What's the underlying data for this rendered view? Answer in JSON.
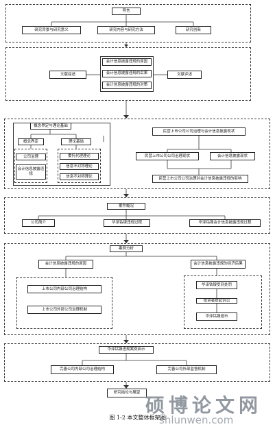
{
  "s1": {
    "top": "导言",
    "items": [
      "研究背景与研究意义",
      "研究内容与研究方法",
      "研究创新"
    ]
  },
  "s2": {
    "left": "文献综述",
    "middle": [
      "会计信息披露违规的原因",
      "会计信息披露违规的后果",
      "会计信息披露违规的对策"
    ],
    "right": "文献评述"
  },
  "s3": {
    "concept_title": "概念界定与理论基础",
    "concept_def": "概念界定",
    "concept_items": [
      "公司治理",
      "会计信息披露违规"
    ],
    "theory": "理论基础",
    "theory_items": [
      "委托代理理论",
      "信息不对称理论",
      "信息不对称理论"
    ],
    "right_title": "民营上市公司公司治理与会计信息披露现状",
    "right_a": "民营上市公司公司治理现状",
    "right_b": "会计信息披露现状",
    "right_bottom": "民营上市公司公司治理对会计信息披露违规的影响"
  },
  "s4": {
    "title": "案件概况",
    "items": [
      "公司简介",
      "华泽钴镍违规过程",
      "华泽钴镍会计信息披露违规过程"
    ]
  },
  "s5": {
    "title": "案例分析",
    "left_title": "会计信息披露违规的原因",
    "left_items": [
      "上市公司内部公司治理结构",
      "上市公司外部公司治理机制"
    ],
    "right_title": "会计信息披露违规的经济后果",
    "right_items": [
      "华泽钴镍受到处罚",
      "投资者提起诉讼",
      "华泽钴镍退市"
    ]
  },
  "s6": {
    "title": "华泽钴镍违规案例启示",
    "items": [
      "完善公司内部公司治理结构",
      "完善公司外部监督机制"
    ]
  },
  "end": "研究结论与展望",
  "caption": "图 1-2 本文整体框架图",
  "watermark": {
    "cn": "硕博论文网",
    "url": "shlunwen.com"
  }
}
